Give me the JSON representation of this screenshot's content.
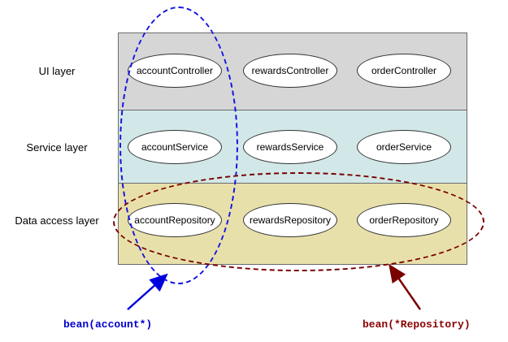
{
  "diagram": {
    "layers": [
      {
        "label": "UI layer",
        "color": "#d6d6d6",
        "components": [
          "accountController",
          "rewardsController",
          "orderController"
        ]
      },
      {
        "label": "Service layer",
        "color": "#d2e8e8",
        "components": [
          "accountService",
          "rewardsService",
          "orderService"
        ]
      },
      {
        "label": "Data access layer",
        "color": "#e8e0aa",
        "components": [
          "accountRepository",
          "rewardsRepository",
          "orderRepository"
        ]
      }
    ],
    "selections": [
      {
        "label": "bean(account*)",
        "color": "#0000cc"
      },
      {
        "label": "bean(*Repository)",
        "color": "#8b0000"
      }
    ]
  }
}
